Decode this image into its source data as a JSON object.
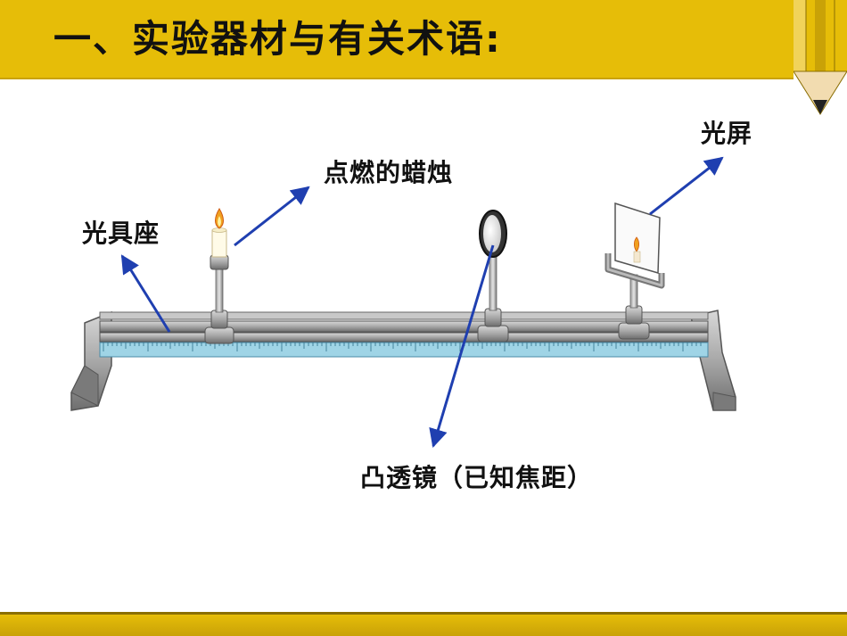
{
  "title": "一、实验器材与有关术语:",
  "labels": {
    "bench": "光具座",
    "candle": "点燃的蜡烛",
    "screen": "光屏",
    "lens": "凸透镜（已知焦距）"
  },
  "colors": {
    "header": "#e6bd08",
    "arrow": "#1f3fb0",
    "ruler": "#9fd4e6",
    "bench": "#8c8c8c"
  }
}
